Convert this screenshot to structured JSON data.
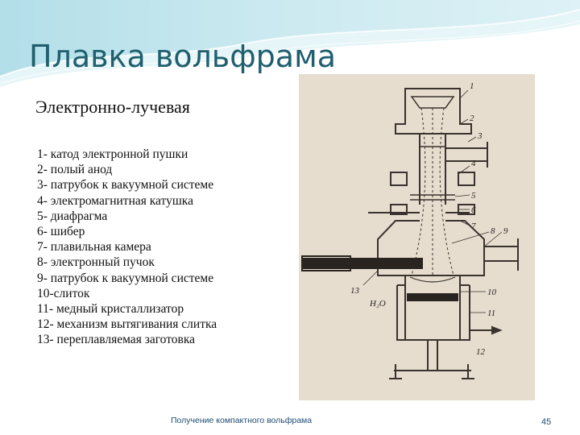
{
  "slide": {
    "title": "Плавка вольфрама",
    "subtitle": "Электронно-лучевая",
    "footer": "Получение компактного вольфрама",
    "page_number": "45"
  },
  "legend": [
    "1- катод электронной пушки",
    "2- полый анод",
    "3- патрубок к вакуумной системе",
    "4- электромагнитная катушка",
    "5- диафрагма",
    "6- шибер",
    "7- плавильная камера",
    "8- электронный пучок",
    "9- патрубок к вакуумной системе",
    "10-слиток",
    "11- медный кристаллизатор",
    "12- механизм вытягивания слитка",
    "13- переплавляемая заготовка"
  ],
  "diagram": {
    "labels": {
      "n1": "1",
      "n2": "2",
      "n3": "3",
      "n4": "4",
      "n5": "5",
      "n6": "6",
      "n7": "7",
      "n8": "8",
      "n9": "9",
      "n10": "10",
      "n11": "11",
      "n12": "12",
      "n13": "13",
      "water": "H₂O"
    }
  },
  "colors": {
    "title": "#1f5f6e",
    "header_wave": "#7fc7d9",
    "diagram_bg": "#e6ddcf",
    "diagram_ink": "#3a332d",
    "footer": "#1f4d73"
  }
}
